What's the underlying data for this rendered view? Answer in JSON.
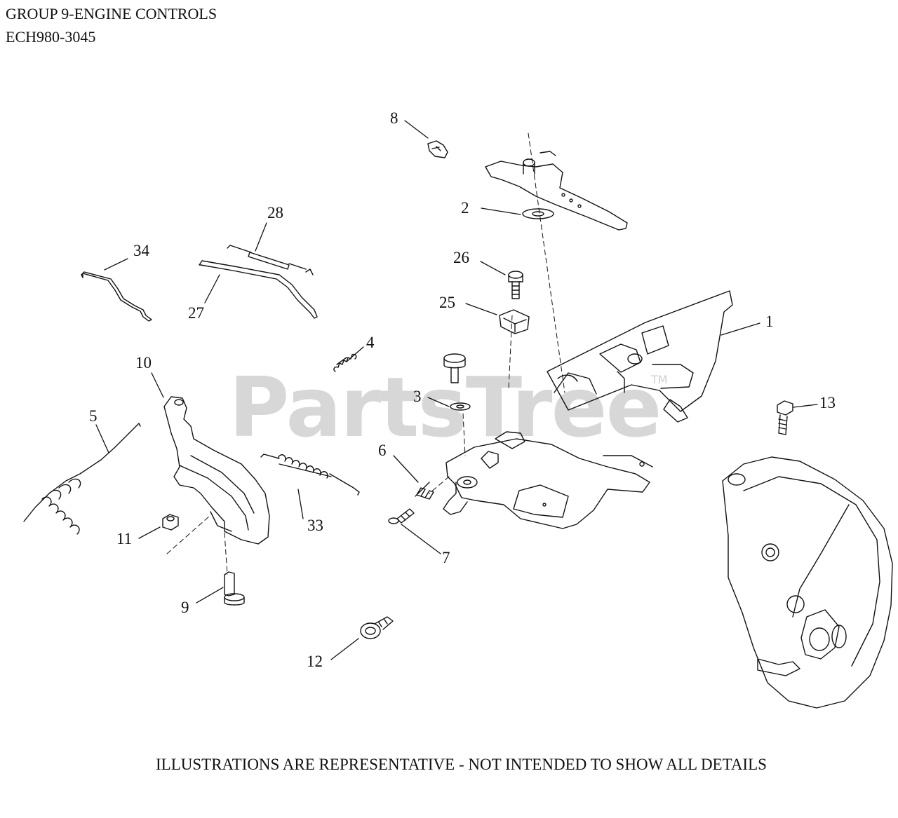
{
  "header": {
    "title": "GROUP 9-ENGINE CONTROLS",
    "model": "ECH980-3045"
  },
  "watermark": {
    "text": "PartsTree",
    "trademark": "TM"
  },
  "footer": {
    "disclaimer": "ILLUSTRATIONS ARE REPRESENTATIVE - NOT INTENDED TO SHOW ALL DETAILS"
  },
  "callouts": {
    "c1": "1",
    "c2": "2",
    "c3": "3",
    "c4": "4",
    "c5": "5",
    "c6": "6",
    "c7": "7",
    "c8": "8",
    "c9": "9",
    "c10": "10",
    "c11": "11",
    "c12": "12",
    "c13": "13",
    "c25": "25",
    "c26": "26",
    "c27": "27",
    "c28": "28",
    "c33": "33",
    "c34": "34"
  },
  "colors": {
    "line": "#111111",
    "watermark": "#d7d7d7",
    "background": "#ffffff"
  }
}
